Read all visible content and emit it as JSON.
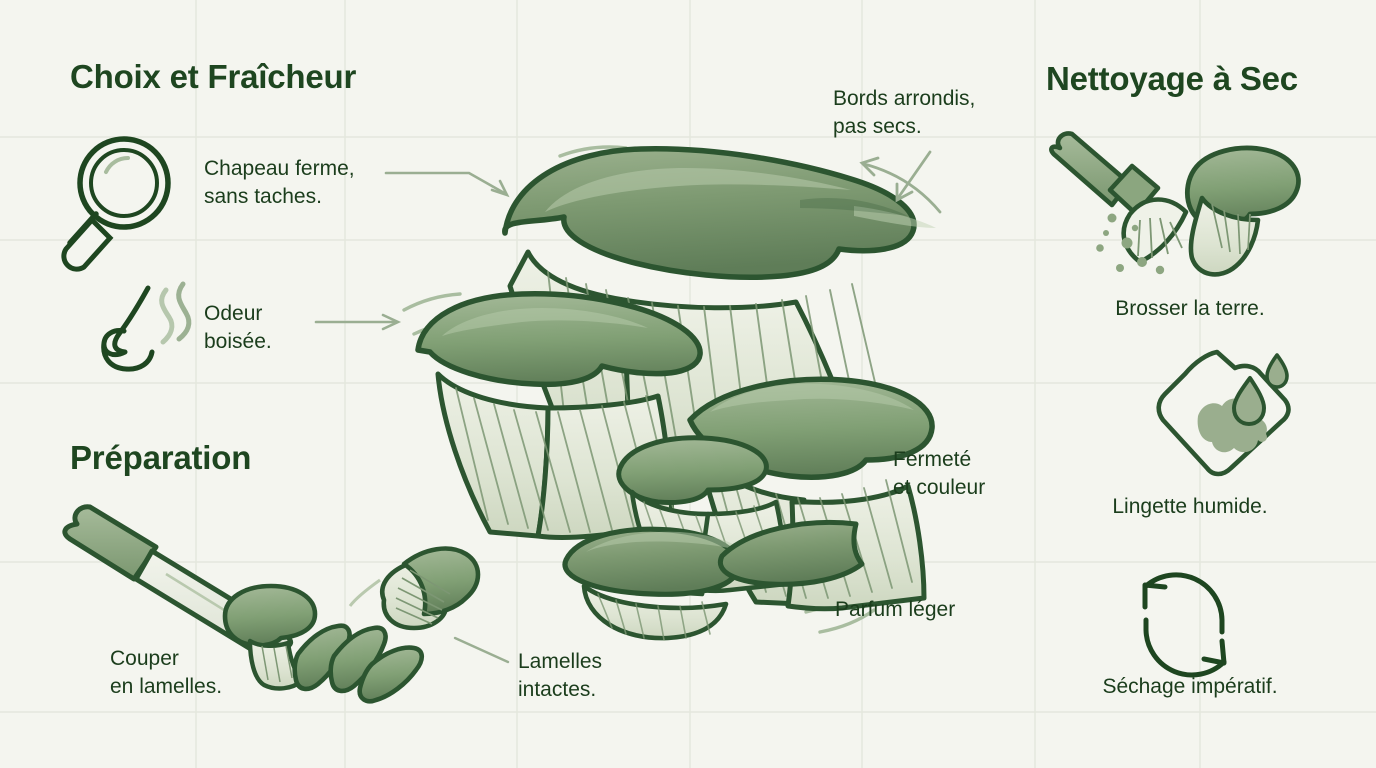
{
  "meta": {
    "background_color": "#f4f5ef",
    "ink_dark_green": "#1e4620",
    "ink_outline": "#2c5530",
    "cap_green": "#7e9a72",
    "gill_cream": "#dfe5d5",
    "grid_line": "#e4e7dd",
    "leader_line": "#9aae92",
    "title": "Pleurotes : choix, nettoyage et préparation"
  },
  "sections": {
    "top_left": {
      "heading": "Choix et Fraîcheur",
      "items": [
        {
          "icon": "magnifier-icon",
          "label": "Chapeau ferme,\nsans taches."
        },
        {
          "icon": "nose-smell-icon",
          "label": "Odeur\nboisée."
        }
      ]
    },
    "bottom_left": {
      "heading": "Préparation",
      "items": [
        {
          "icon": "knife-icon",
          "label": "Couper\nen lamelles."
        },
        {
          "icon": "sliced-mushroom-icon",
          "label": "Lamelles\nintactes."
        }
      ]
    },
    "right": {
      "heading": "Nettoyage à Sec",
      "items": [
        {
          "icon": "brush-mushroom-icon",
          "label": "Brosser la terre."
        },
        {
          "icon": "damp-cloth-icon",
          "label": "Lingette humide."
        },
        {
          "icon": "rotate-dry-icon",
          "label": "Séchage impératif."
        }
      ]
    }
  },
  "center": {
    "illustration": "oyster-mushroom-cluster",
    "annotations": [
      {
        "name": "annotation-rounded-edges",
        "label": "Bords arrondis,\npas secs."
      },
      {
        "name": "annotation-firmness-color",
        "label": "Fermeté\net couleur"
      },
      {
        "name": "annotation-light-aroma",
        "label": "Parfum léger"
      }
    ]
  }
}
